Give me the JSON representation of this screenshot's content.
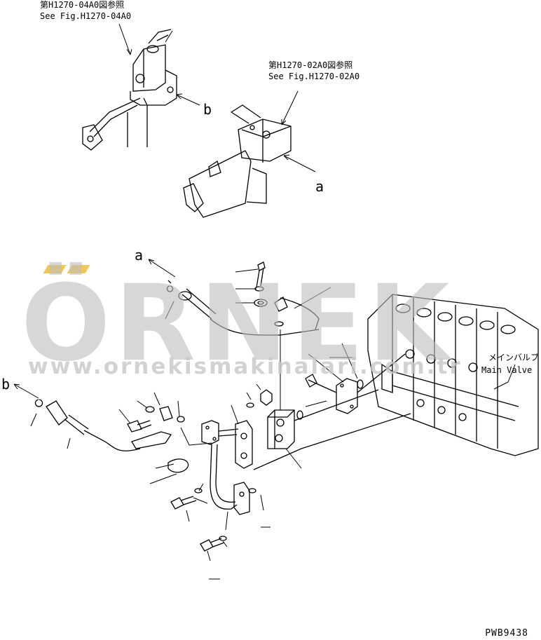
{
  "refs": {
    "top_left_jp": "第H1270-04A0図参照",
    "top_left_en": "See Fig.H1270-04A0",
    "top_right_jp": "第H1270-02A0図参照",
    "top_right_en": "See Fig.H1270-02A0"
  },
  "callouts": {
    "a_top": "a",
    "b_top": "b",
    "a_mid": "a",
    "b_mid": "b"
  },
  "main_valve": {
    "jp": "メインバルブ",
    "en": "Main Valve"
  },
  "watermark": {
    "logo": "ÖRNEK",
    "url": "www.ornekismakinalari.com.tr"
  },
  "drawing_code": "PWB9438"
}
